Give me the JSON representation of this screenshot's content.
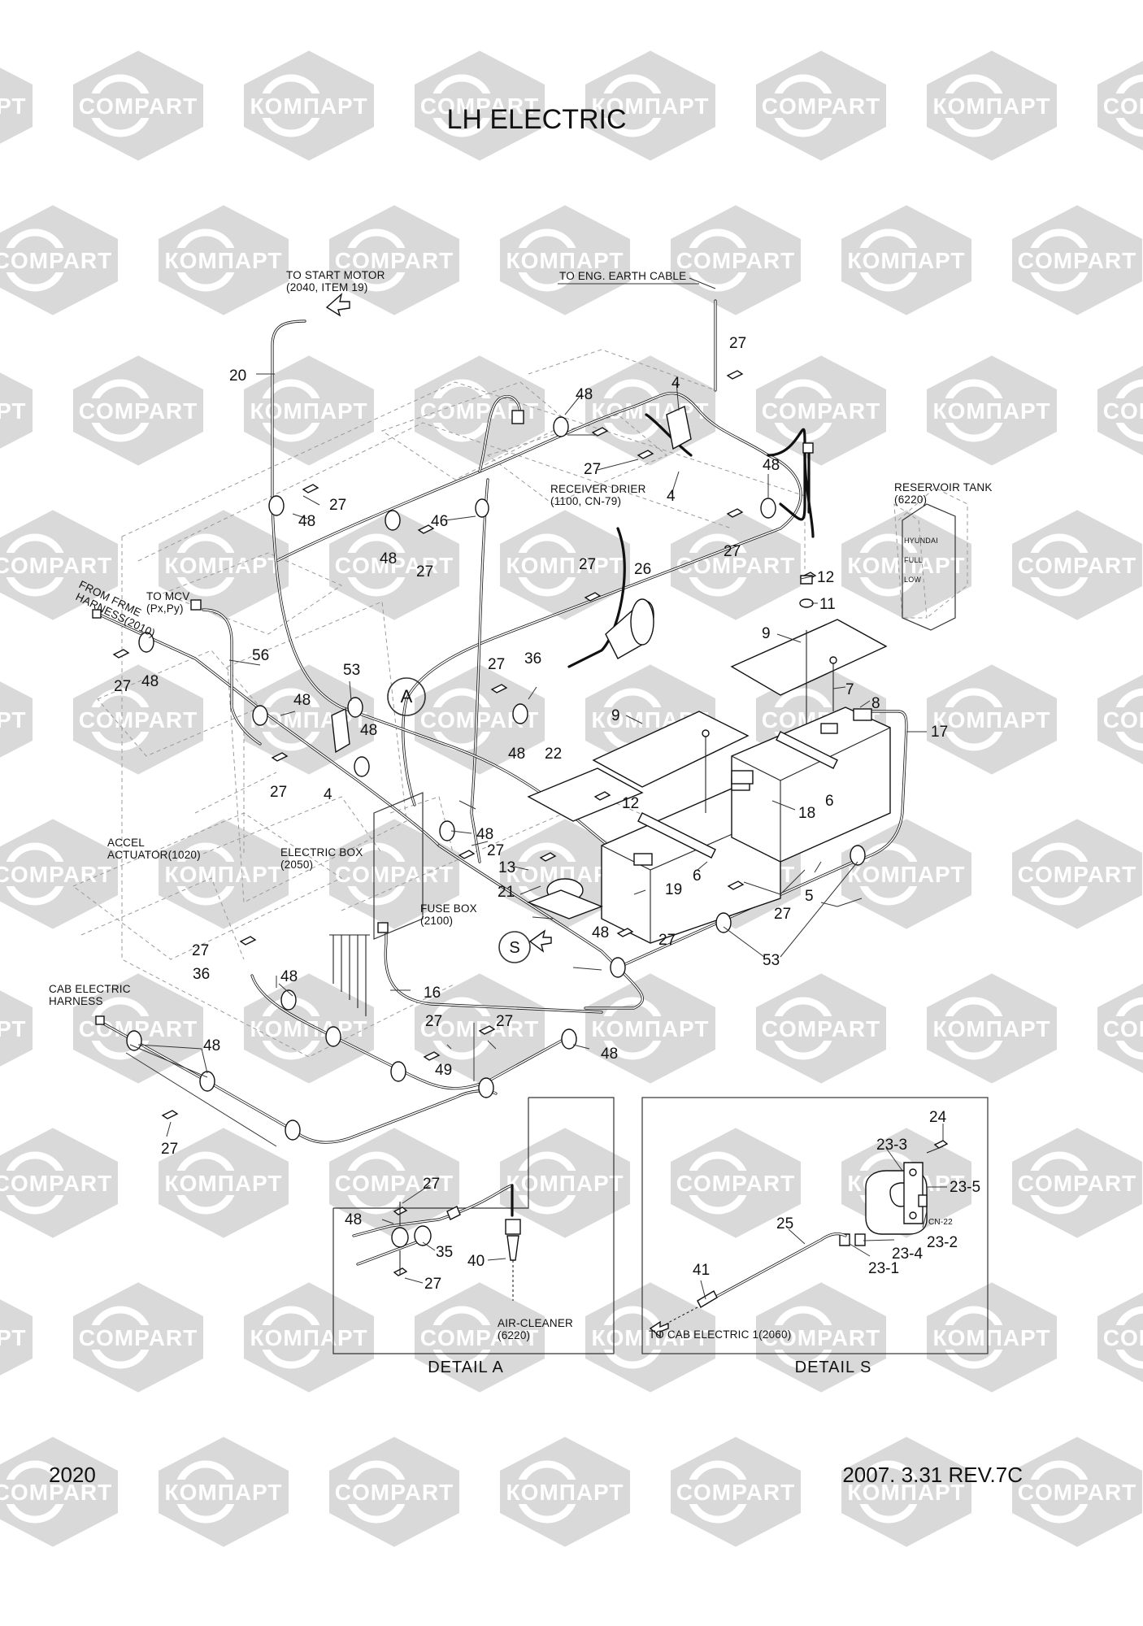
{
  "title": "LH ELECTRIC",
  "footer": {
    "page_number": "2020",
    "date_revision": "2007. 3.31  REV.7C"
  },
  "watermark": {
    "latin": "COMPART",
    "cyrillic": "КОМПАРТ",
    "color": "#d9d9d9"
  },
  "notes": {
    "to_start_motor": [
      "TO START MOTOR",
      "(2040, ITEM 19)"
    ],
    "to_eng_earth_cable": [
      "TO ENG. EARTH CABLE"
    ],
    "receiver_drier": [
      "RECEIVER DRIER",
      "(1100, CN-79)"
    ],
    "reservoir_tank": [
      "RESERVOIR TANK",
      "(6220)"
    ],
    "from_frme_harness": [
      "FROM FRME",
      "HARNESS(2010)"
    ],
    "to_mcv": [
      "TO MCV",
      "(Px,Py)"
    ],
    "accel_actuator": [
      "ACCEL",
      "ACTUATOR(1020)"
    ],
    "electric_box": [
      "ELECTRIC BOX",
      "(2050)"
    ],
    "fuse_box": [
      "FUSE BOX",
      "(2100)"
    ],
    "cab_electric_harness": [
      "CAB ELECTRIC",
      "HARNESS"
    ],
    "air_cleaner": [
      "AIR-CLEANER",
      "(6220)"
    ],
    "to_cab_electric": [
      "TO CAB ELECTRIC 1(2060)"
    ],
    "cn22": [
      "CN-22"
    ],
    "tank_marks": [
      "HYUNDAI",
      "FULL",
      "LOW"
    ]
  },
  "callouts": {
    "c1": "20",
    "c2": "27",
    "c3": "48",
    "c4": "4",
    "c5": "27",
    "c6": "48",
    "c7": "27",
    "c8": "48",
    "c9": "46",
    "c10": "27",
    "c11": "4",
    "c12": "48",
    "c13": "27",
    "c14": "27",
    "c15": "26",
    "c16": "12",
    "c17": "11",
    "c18": "9",
    "c19": "7",
    "c20": "8",
    "c21": "17",
    "c22": "9",
    "c23": "27",
    "c24": "36",
    "c25": "48",
    "c26": "22",
    "c27": "12",
    "c28": "18",
    "c29": "6",
    "c30": "6",
    "c31": "56",
    "c32": "53",
    "c33": "48",
    "c34": "48",
    "c35": "27",
    "c36": "48",
    "c37": "27",
    "c38": "4",
    "c39": "48",
    "c40": "27",
    "c41": "13",
    "c42": "21",
    "c43": "19",
    "c44": "5",
    "c45": "27",
    "c46": "27",
    "c47": "48",
    "c48": "53",
    "c49": "27",
    "c50": "36",
    "c51": "48",
    "c52": "16",
    "c53": "27",
    "c54": "27",
    "c55": "49",
    "c56": "48",
    "c57": "48",
    "c58": "27",
    "d1": "27",
    "d2": "48",
    "d3": "35",
    "d4": "40",
    "d5": "27",
    "s1": "24",
    "s2": "23-3",
    "s3": "23-5",
    "s4": "25",
    "s5": "23-2",
    "s6": "23-4",
    "s7": "23-1",
    "s8": "41"
  },
  "view_markers": {
    "a": "A",
    "s": "S"
  },
  "details": {
    "a": "DETAIL  A",
    "s": "DETAIL  S"
  }
}
